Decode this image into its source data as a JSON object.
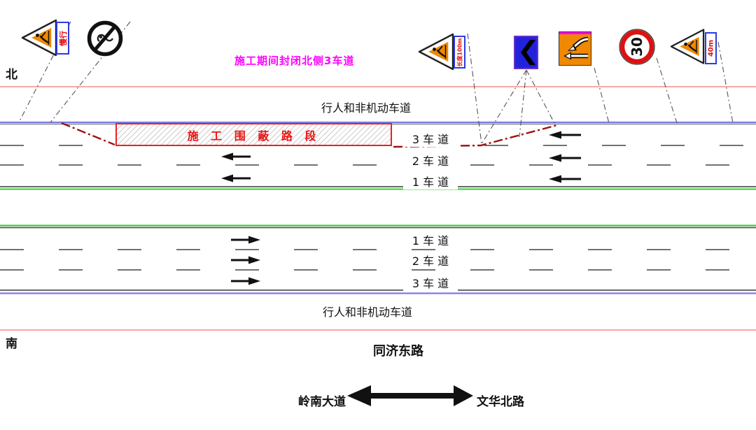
{
  "banner": {
    "text": "施工期间封闭北侧3车道"
  },
  "compass": {
    "north": "北",
    "south": "南"
  },
  "road": {
    "name": "同济东路",
    "sidewalk_north": "行人和非机动车道",
    "sidewalk_south": "行人和非机动车道",
    "lanes_north": [
      "3 车 道",
      "2 车 道",
      "1 车 道"
    ],
    "lanes_south": [
      "1 车 道",
      "2 车 道",
      "3 车 道"
    ]
  },
  "work_zone": {
    "label": "施 工 围 蔽 路 段"
  },
  "signs": {
    "roadwork_west": {
      "plate": "慢行"
    },
    "roadwork_east": {
      "plate": "长度100m"
    },
    "roadwork_far_east": {
      "plate": "40m"
    },
    "speed_limit": {
      "value": "30"
    }
  },
  "crossroads": {
    "left": "岭南大道",
    "right": "文华北路"
  },
  "colors": {
    "banner": "#ff00ff",
    "work_zone_border": "#e82222",
    "sign_orange": "#f08800",
    "sign_blue": "#2222dd",
    "speed_ring": "#dd1111",
    "median_green": "#2ecc2e",
    "edge_blue": "#7b7be6",
    "sidewalk_red": "#f58a8a",
    "taper_maroon": "#a01010"
  }
}
